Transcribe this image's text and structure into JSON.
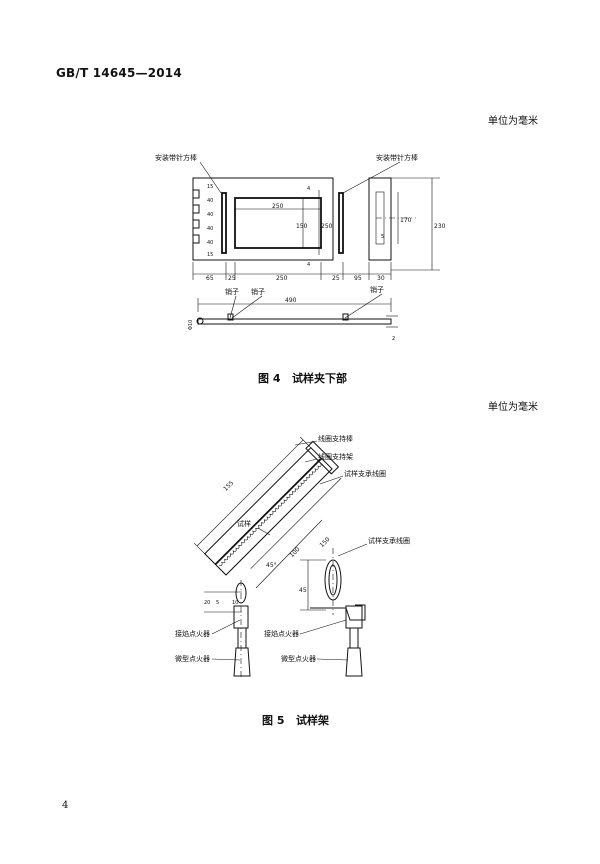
{
  "header": {
    "standard_no": "GB/T 14645—2014"
  },
  "units_note": "单位为毫米",
  "page_number": "4",
  "figure4": {
    "caption": "图 4   试样夹下部",
    "labels": {
      "bar_left": "安装带针方棒",
      "bar_right": "安装带针方棒",
      "pin1": "销子",
      "pin2": "销子",
      "pin3": "销子"
    },
    "dims": {
      "d_250_inner": "250",
      "d_150": "150",
      "d_250_mid": "250",
      "d_170": "170",
      "d_230": "230",
      "d_65": "65",
      "d_25a": "25",
      "d_250_bottom": "250",
      "d_25b": "25",
      "d_95": "95",
      "d_30": "30",
      "d_490": "490",
      "d_5": "5",
      "d_15a": "15",
      "d_40a": "40",
      "d_40b": "40",
      "d_40c": "40",
      "d_40d": "40",
      "d_15b": "15",
      "d_4a": "4",
      "d_4b": "4",
      "d_phi10": "Φ10",
      "d_2": "2"
    }
  },
  "figure5": {
    "caption": "图 5   试样架",
    "labels": {
      "coil_support_rod": "线圈支持棒",
      "coil_support_frame": "线圈支持架",
      "specimen_coil": "试样支承线圈",
      "specimen": "试样",
      "specimen_coil_right": "试样支承线圈",
      "pilot_igniter_left": "接焰点火器",
      "micro_igniter_left": "微型点火器",
      "pilot_igniter_mid": "接焰点火器",
      "micro_igniter_mid": "微型点火器"
    },
    "dims": {
      "d_155": "155",
      "d_100": "100",
      "d_150": "150",
      "d_45deg": "45°",
      "d_45": "45",
      "d_20": "20",
      "d_5": "5",
      "d_10": "10"
    }
  }
}
